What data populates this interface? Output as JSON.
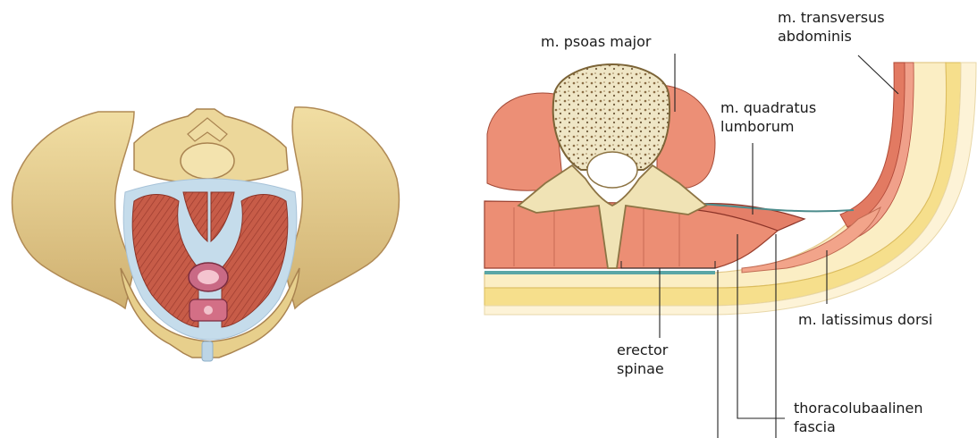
{
  "colors": {
    "bone": "#e8d08e",
    "bone_shadow": "#b8955a",
    "muscle": "#c65a4a",
    "muscle_light": "#ef9a80",
    "fascia": "#5aa6a6",
    "fat": "#f4dc84",
    "skin": "#fbecc0",
    "fascia_blue": "#b7d2e8"
  },
  "labels": {
    "psoas_major": "m. psoas major",
    "transversus_line1": "m. transversus",
    "transversus_line2": "abdominis",
    "quadratus_line1": "m. quadratus",
    "quadratus_line2": "lumborum",
    "latissimus": "m. latissimus dorsi",
    "erector_line1": "erector",
    "erector_line2": "spinae",
    "fascia_line1": "thoracolubaalinen",
    "fascia_line2": "fascia"
  }
}
